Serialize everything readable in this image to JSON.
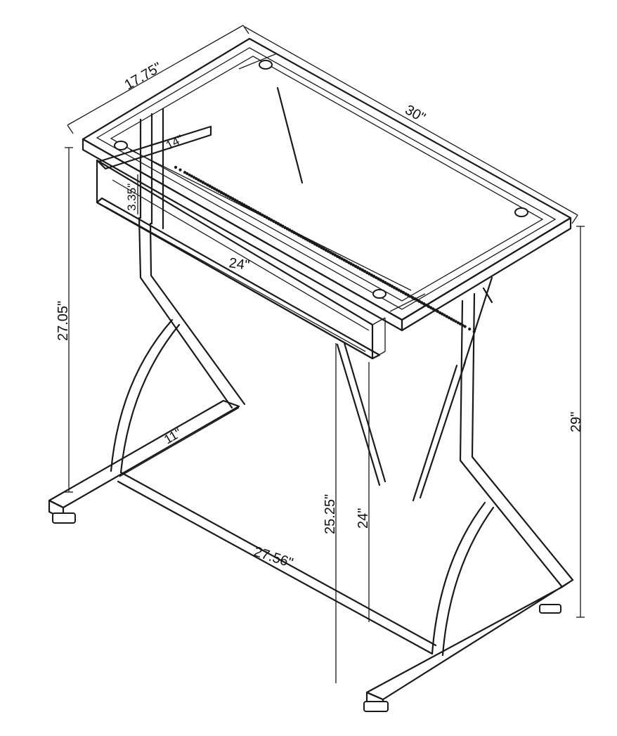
{
  "dimensions": {
    "top_depth": "17.75\"",
    "top_width": "30\"",
    "drawer_depth": "14\"",
    "drawer_height": "3.35\"",
    "drawer_width": "24\"",
    "left_height": "27.05\"",
    "right_height": "29\"",
    "bottom_depth": "11\"",
    "bottom_width": "27.56\"",
    "inner_height_a": "25.25\"",
    "inner_height_b": "24\""
  }
}
